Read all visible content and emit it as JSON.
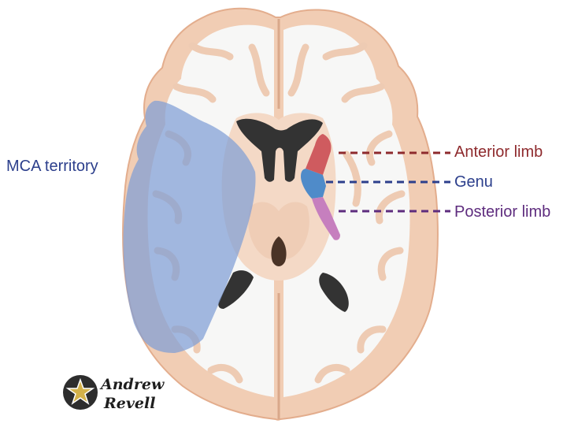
{
  "labels": {
    "mca": "MCA territory",
    "anterior": "Anterior limb",
    "genu": "Genu",
    "posterior": "Posterior limb"
  },
  "logo": {
    "line1": "Andrew",
    "line2": "Revell"
  },
  "colors": {
    "background": "#ffffff",
    "cortex": "#f1cdb4",
    "cortex_edge": "#e3ad8d",
    "white_matter": "#f7f7f6",
    "deep_gray": "#f4d9c6",
    "ventricle": "#333333",
    "mca_overlay": "#7f9ed5",
    "mca_label": "#2c3f8c",
    "anterior_limb": "#cf5b5f",
    "anterior_label": "#8e2a2d",
    "genu": "#4f8bc9",
    "genu_label": "#2c3f8c",
    "posterior_limb": "#c67fbe",
    "posterior_label": "#5e2c7e",
    "logo_gold": "#d4b24a"
  }
}
